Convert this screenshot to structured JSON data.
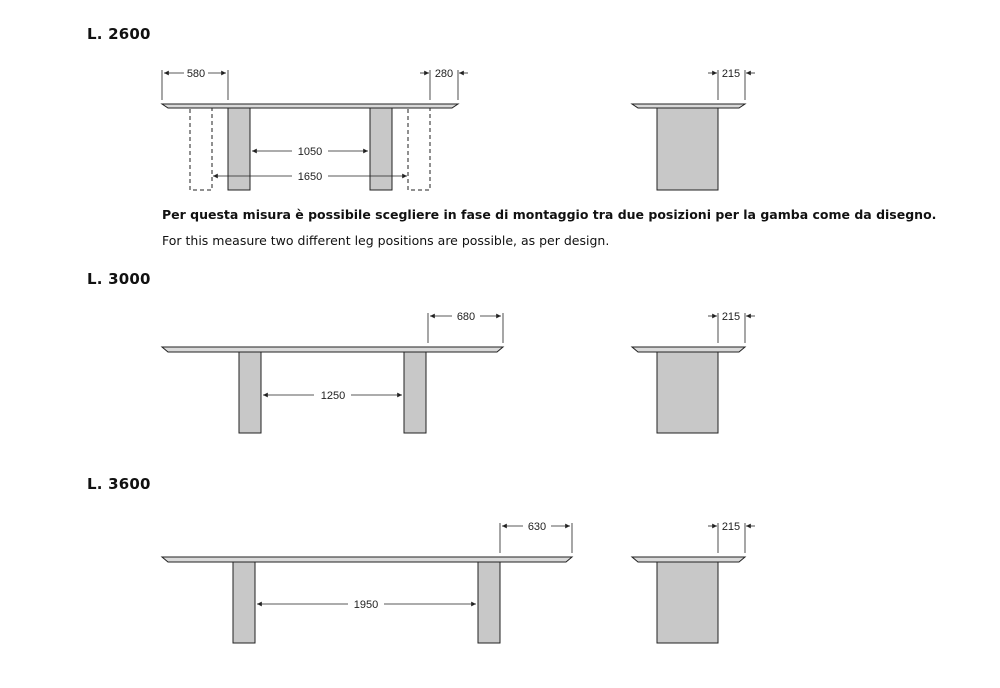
{
  "sections": [
    {
      "title": "L. 2600",
      "dims": {
        "overhang_left": "580",
        "overhang_right": "280",
        "leg_spacing": "1050",
        "leg_spacing_alt": "1650",
        "side_depth": "215"
      }
    },
    {
      "title": "L. 3000",
      "dims": {
        "overhang_right": "680",
        "leg_spacing": "1250",
        "side_depth": "215"
      }
    },
    {
      "title": "L. 3600",
      "dims": {
        "overhang_right": "630",
        "leg_spacing": "1950",
        "side_depth": "215"
      }
    }
  ],
  "note": {
    "italian": "Per questa misura è possibile scegliere in fase di montaggio tra due posizioni per la gamba come da disegno.",
    "english": "For this measure two different leg positions are possible, as per design."
  },
  "colors": {
    "leg_fill": "#c8c8c8",
    "line": "#222222"
  }
}
